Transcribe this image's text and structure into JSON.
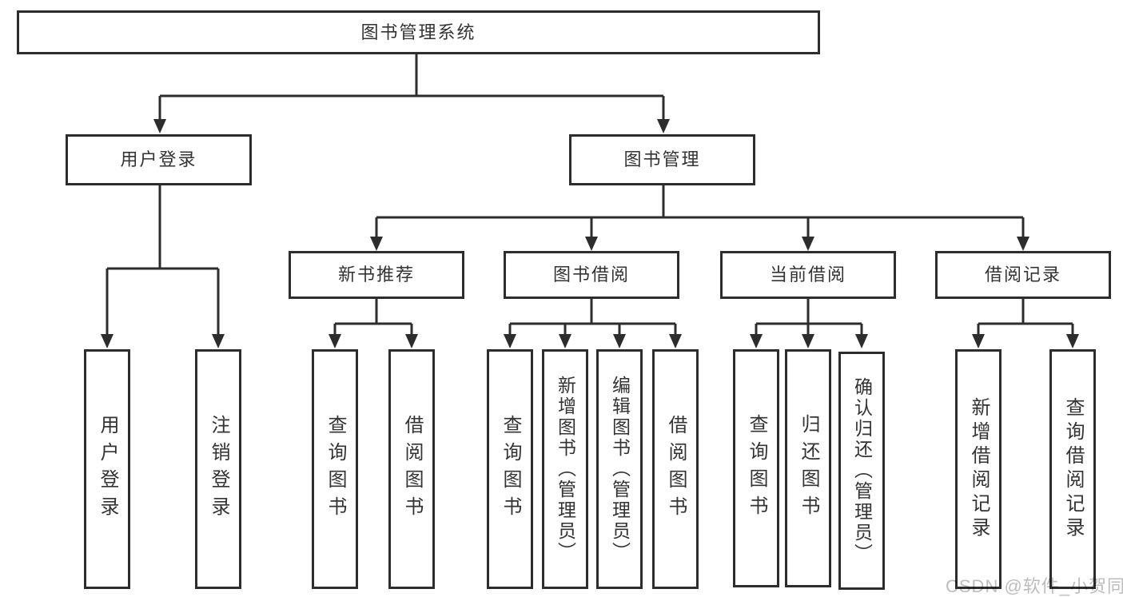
{
  "diagram": {
    "root": {
      "label": "图书管理系统"
    },
    "branches": [
      {
        "label": "用户登录",
        "children": [
          {
            "label": "用户登录"
          },
          {
            "label": "注销登录"
          }
        ]
      },
      {
        "label": "图书管理",
        "children": [
          {
            "label": "新书推荐",
            "children": [
              {
                "label": "查询图书"
              },
              {
                "label": "借阅图书"
              }
            ]
          },
          {
            "label": "图书借阅",
            "children": [
              {
                "label": "查询图书"
              },
              {
                "label": "新增图书（管理员）"
              },
              {
                "label": "编辑图书（管理员）"
              },
              {
                "label": "借阅图书"
              }
            ]
          },
          {
            "label": "当前借阅",
            "children": [
              {
                "label": "查询图书"
              },
              {
                "label": "归还图书"
              },
              {
                "label": "确认归还（管理员）"
              }
            ]
          },
          {
            "label": "借阅记录",
            "children": [
              {
                "label": "新增借阅记录"
              },
              {
                "label": "查询借阅记录"
              }
            ]
          }
        ]
      }
    ]
  },
  "watermark": {
    "text": "CSDN @软件_小贺同学"
  },
  "colors": {
    "line": "#2d2d2d",
    "box_border": "#2d2d2d",
    "text": "#333333",
    "box_background": "#ffffff",
    "watermark": "#bdbdbd",
    "background": "#ffffff"
  }
}
